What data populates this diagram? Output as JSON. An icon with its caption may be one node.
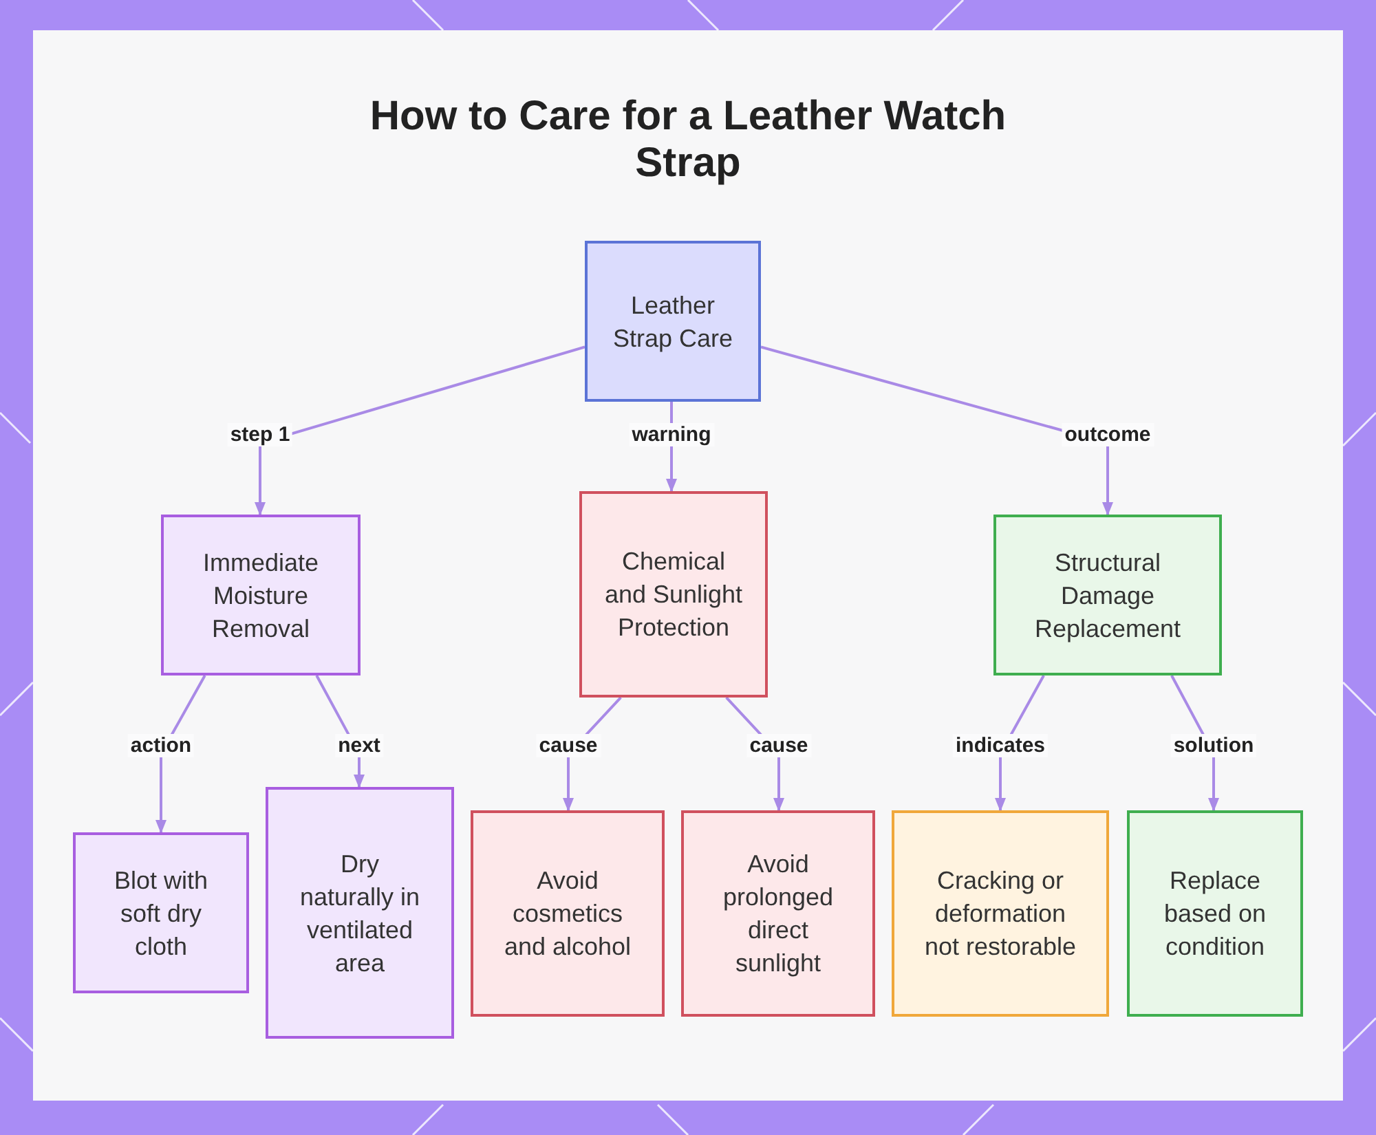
{
  "diagram": {
    "title": "How to Care for a Leather Watch Strap",
    "nodes": [
      {
        "text": [
          "Leather Strap Care"
        ]
      },
      {
        "text": [
          "Immediate Moisture Removal"
        ]
      },
      {
        "text": [
          "Chemical and Sunlight Protection"
        ]
      },
      {
        "text": [
          "Structural Damage Replacement"
        ]
      },
      {
        "text": [
          "Blot with soft dry cloth"
        ]
      },
      {
        "text": [
          "Dry naturally in ventilated area"
        ]
      },
      {
        "text": [
          "Avoid cosmetics and alcohol"
        ]
      },
      {
        "text": [
          "Avoid prolonged direct sunlight"
        ]
      },
      {
        "text": [
          "Cracking or deformation not restorable"
        ]
      },
      {
        "text": [
          "Replace based on condition"
        ]
      }
    ],
    "edges": [
      {
        "from": 0,
        "to": 1,
        "arrow": "to",
        "label": "step 1"
      },
      {
        "from": 0,
        "to": 2,
        "arrow": "to",
        "label": "warning"
      },
      {
        "from": 0,
        "to": 3,
        "arrow": "to",
        "label": "outcome"
      },
      {
        "from": 1,
        "to": 4,
        "arrow": "to",
        "label": "action"
      },
      {
        "from": 1,
        "to": 5,
        "arrow": "to",
        "label": "next"
      },
      {
        "from": 2,
        "to": 6,
        "arrow": "to",
        "label": "cause"
      },
      {
        "from": 2,
        "to": 7,
        "arrow": "to",
        "label": "cause"
      },
      {
        "from": 3,
        "to": 8,
        "arrow": "to",
        "label": "indicates"
      },
      {
        "from": 3,
        "to": 9,
        "arrow": "to",
        "label": "solution"
      }
    ]
  }
}
